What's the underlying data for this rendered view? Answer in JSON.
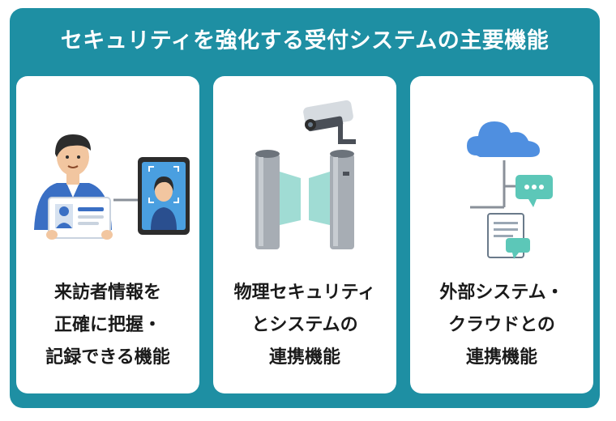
{
  "title": "セキュリティを強化する受付システムの主要機能",
  "colors": {
    "accent": "#1e8fa3",
    "card": "#ffffff",
    "text": "#1a1a1a"
  },
  "cards": [
    {
      "icons": [
        "visitor-with-id-card-icon",
        "tablet-face-recognition-icon"
      ],
      "lines": [
        "来訪者情報を",
        "正確に把握・",
        "記録できる機能"
      ]
    },
    {
      "icons": [
        "security-camera-icon",
        "security-gate-icon"
      ],
      "lines": [
        "物理セキュリティ",
        "とシステムの",
        "連携機能"
      ]
    },
    {
      "icons": [
        "cloud-icon",
        "chat-bubble-icon",
        "document-icon"
      ],
      "lines": [
        "外部システム・",
        "クラウドとの",
        "連携機能"
      ]
    }
  ]
}
